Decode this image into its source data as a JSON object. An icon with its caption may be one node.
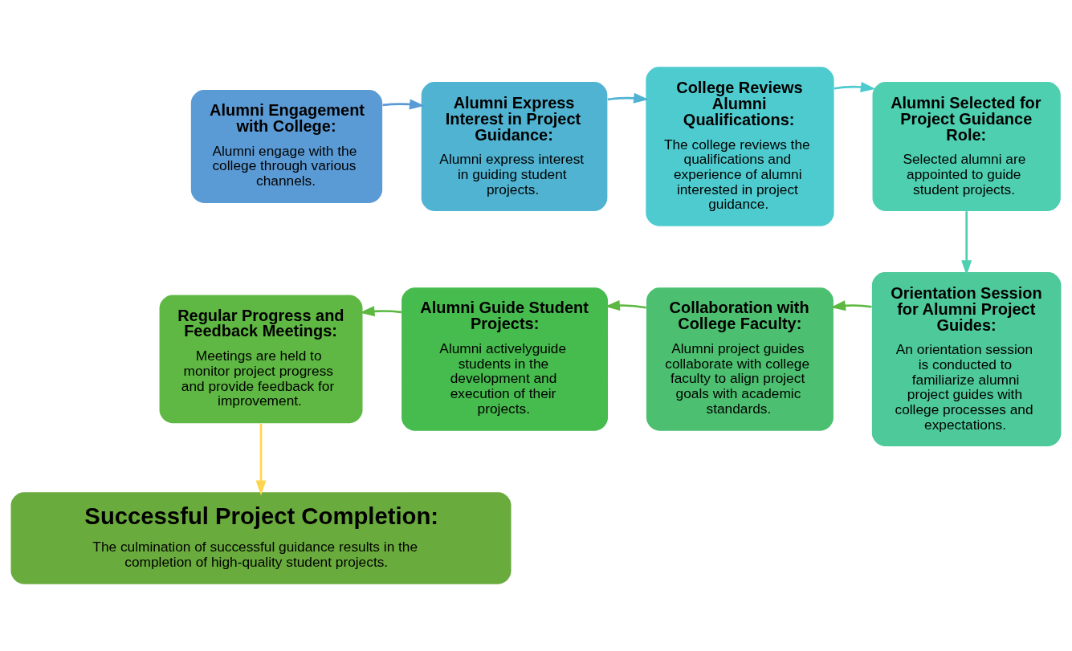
{
  "diagram": {
    "nodes": [
      {
        "text": [
          "Alumni Engagement with College:",
          "Alumni engage with the college through various channels."
        ]
      },
      {
        "text": [
          "Alumni Express Interest in Project Guidance:",
          "Alumni express interest in guiding student projects."
        ]
      },
      {
        "text": [
          "College Reviews Alumni Qualifications:",
          "The college reviews the qualifications and experience of alumni interested in project guidance."
        ]
      },
      {
        "text": [
          "Alumni Selected for Project Guidance Role:",
          "Selected alumni are appointed to guide student projects."
        ]
      },
      {
        "text": [
          "Orientation Session for Alumni Project Guides:",
          "An orientation session is conducted to familiarize alumni project guides with college processes and expectations."
        ]
      },
      {
        "text": [
          "Collaboration with College Faculty:",
          "Alumni project guides collaborate with college faculty to align project goals with academic standards."
        ]
      },
      {
        "text": [
          "Alumni Guide Student Projects:",
          "Alumni activelyguide students in the development and execution of their projects."
        ]
      },
      {
        "text": [
          "Regular Progress and Feedback Meetings:",
          "Meetings are held to monitor project progress and provide feedback for improvement."
        ]
      },
      {
        "text": [
          "Successful Project Completion:",
          "The culmination of successful guidance results in the completion of high-quality student projects."
        ]
      }
    ],
    "edges": [
      {
        "from": 0,
        "to": 1,
        "arrow": "to",
        "color": "#5b9bd5"
      },
      {
        "from": 1,
        "to": 2,
        "arrow": "to",
        "color": "#4fb3d1"
      },
      {
        "from": 2,
        "to": 3,
        "arrow": "to",
        "color": "#4ecbcf"
      },
      {
        "from": 3,
        "to": 4,
        "arrow": "to",
        "color": "#4dcfb0"
      },
      {
        "from": 4,
        "to": 5,
        "arrow": "to",
        "color": "#5bb840"
      },
      {
        "from": 5,
        "to": 6,
        "arrow": "to",
        "color": "#5bb840"
      },
      {
        "from": 6,
        "to": 7,
        "arrow": "to",
        "color": "#5bb840"
      },
      {
        "from": 7,
        "to": 8,
        "arrow": "to",
        "color": "#ffd54f"
      }
    ]
  }
}
